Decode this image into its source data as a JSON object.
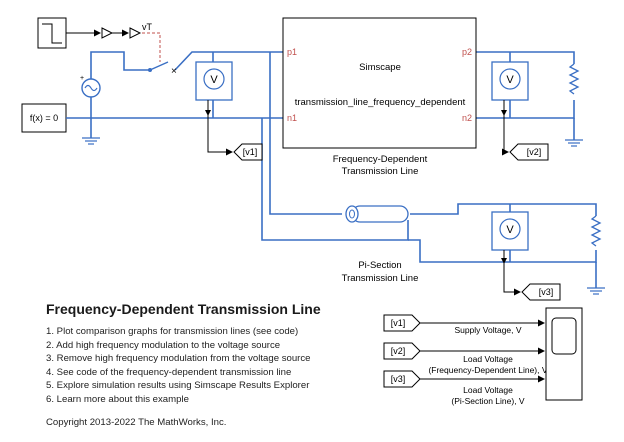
{
  "steps": {
    "title": "Frequency-Dependent Transmission Line",
    "items": [
      "1. Plot comparison graphs for transmission lines (see code)",
      "2. Add high frequency modulation to the voltage source",
      "3. Remove high frequency modulation from the voltage source",
      "4. See code of the frequency-dependent transmission line",
      "5. Explore simulation results using Simscape Results Explorer",
      "6. Learn more about this example"
    ],
    "copyright": "Copyright 2013-2022 The MathWorks, Inc."
  },
  "diagram": {
    "solver_label": "f(x) = 0",
    "goto_vT": "vT",
    "simscape_block": {
      "title": "Simscape",
      "component": "transmission_line_frequency_dependent",
      "port_p1": "p1",
      "port_n1": "n1",
      "port_p2": "p2",
      "port_n2": "n2",
      "caption_line1": "Frequency-Dependent",
      "caption_line2": "Transmission Line"
    },
    "pi_caption_line1": "Pi-Section",
    "pi_caption_line2": "Transmission Line",
    "voltmeter_symbol": "V",
    "plus": "+",
    "minus": "-",
    "goto_v1": "[v1]",
    "goto_v2": "[v2]",
    "goto_v3": "[v3]",
    "from_v1": "[v1]",
    "from_v2": "[v2]",
    "from_v3": "[v3]",
    "scope_label_1": "Supply Voltage, V",
    "scope_label_2a": "Load Voltage",
    "scope_label_2b": "(Frequency-Dependent Line), V",
    "scope_label_3a": "Load Voltage",
    "scope_label_3b": "(Pi-Section Line), V"
  }
}
